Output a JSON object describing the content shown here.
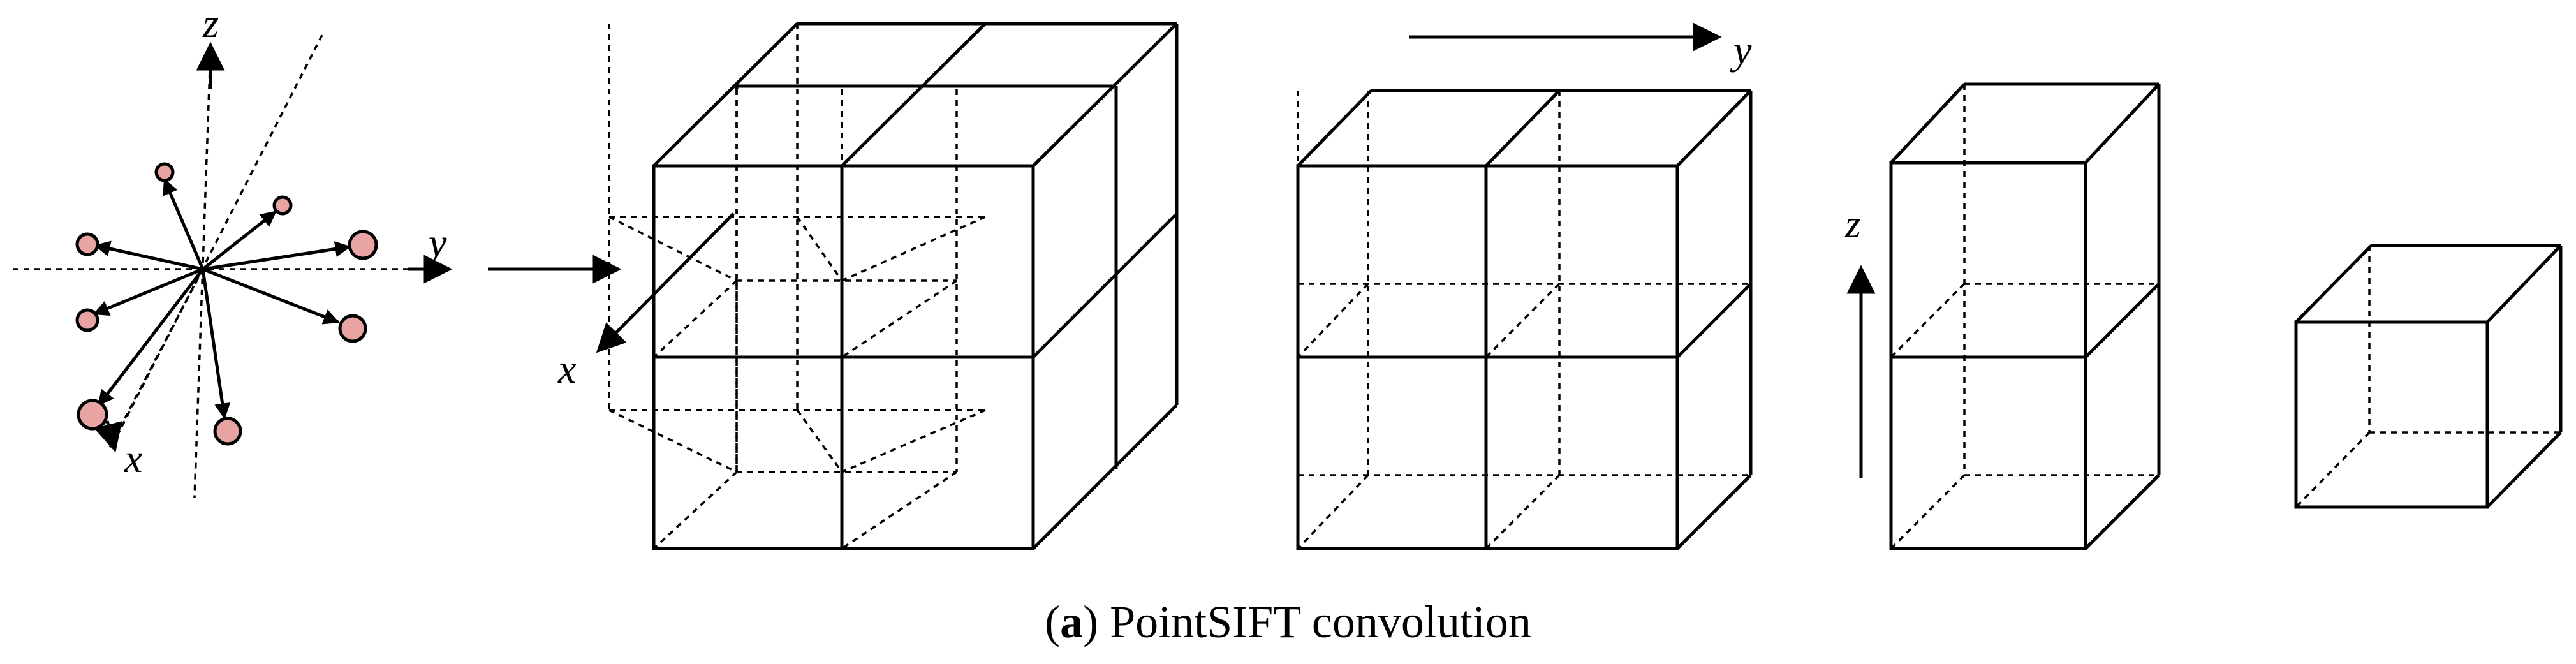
{
  "figure": {
    "caption_tag": "a",
    "caption_text": "PointSIFT convolution",
    "axis_labels": {
      "z_star": "z",
      "y_star": "y",
      "x_star": "x",
      "x_cube": "x",
      "y_top": "y",
      "z_left": "z"
    },
    "colors": {
      "point_fill": "#e8a3a3",
      "line": "#000000"
    }
  }
}
